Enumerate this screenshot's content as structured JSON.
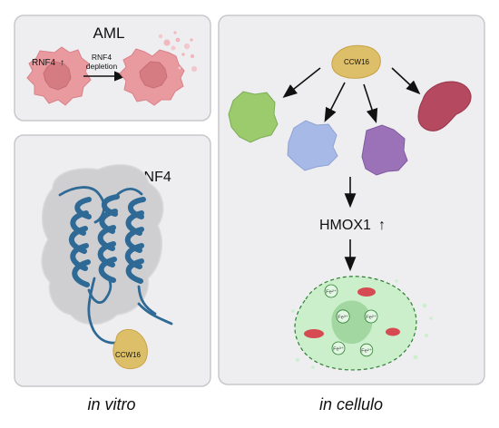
{
  "aml_panel": {
    "title": "AML",
    "cell_label": "RNF4",
    "arrow_label_line1": "RNF4",
    "arrow_label_line2": "depletion"
  },
  "in_vitro_panel": {
    "protein_label": "RNF4",
    "compound_label": "CCW16",
    "caption": "in vitro"
  },
  "in_cellulo_panel": {
    "compound_label": "CCW16",
    "pathway_label": "HMOX1",
    "iron_labels": [
      "Fe²⁺",
      "Fe³⁺",
      "Fe²⁺",
      "Fe³⁺",
      "Fe²⁺"
    ],
    "caption": "in cellulo"
  },
  "colors": {
    "panel_bg": "#EEEEF1",
    "panel_border": "#C8C8CC",
    "aml_cell": "#E99A9E",
    "aml_nucleus": "#D47C81",
    "protein_surface": "#CFCFD2",
    "helix": "#2E6A95",
    "compound": "#DDBF6A",
    "protein_green": "#9BCB6D",
    "protein_blue": "#A7B9E6",
    "protein_purple": "#9B71B8",
    "protein_red": "#B44960",
    "ferroptotic_cell": "#CBEFCB",
    "lipid_peroxide": "#D64A52"
  }
}
